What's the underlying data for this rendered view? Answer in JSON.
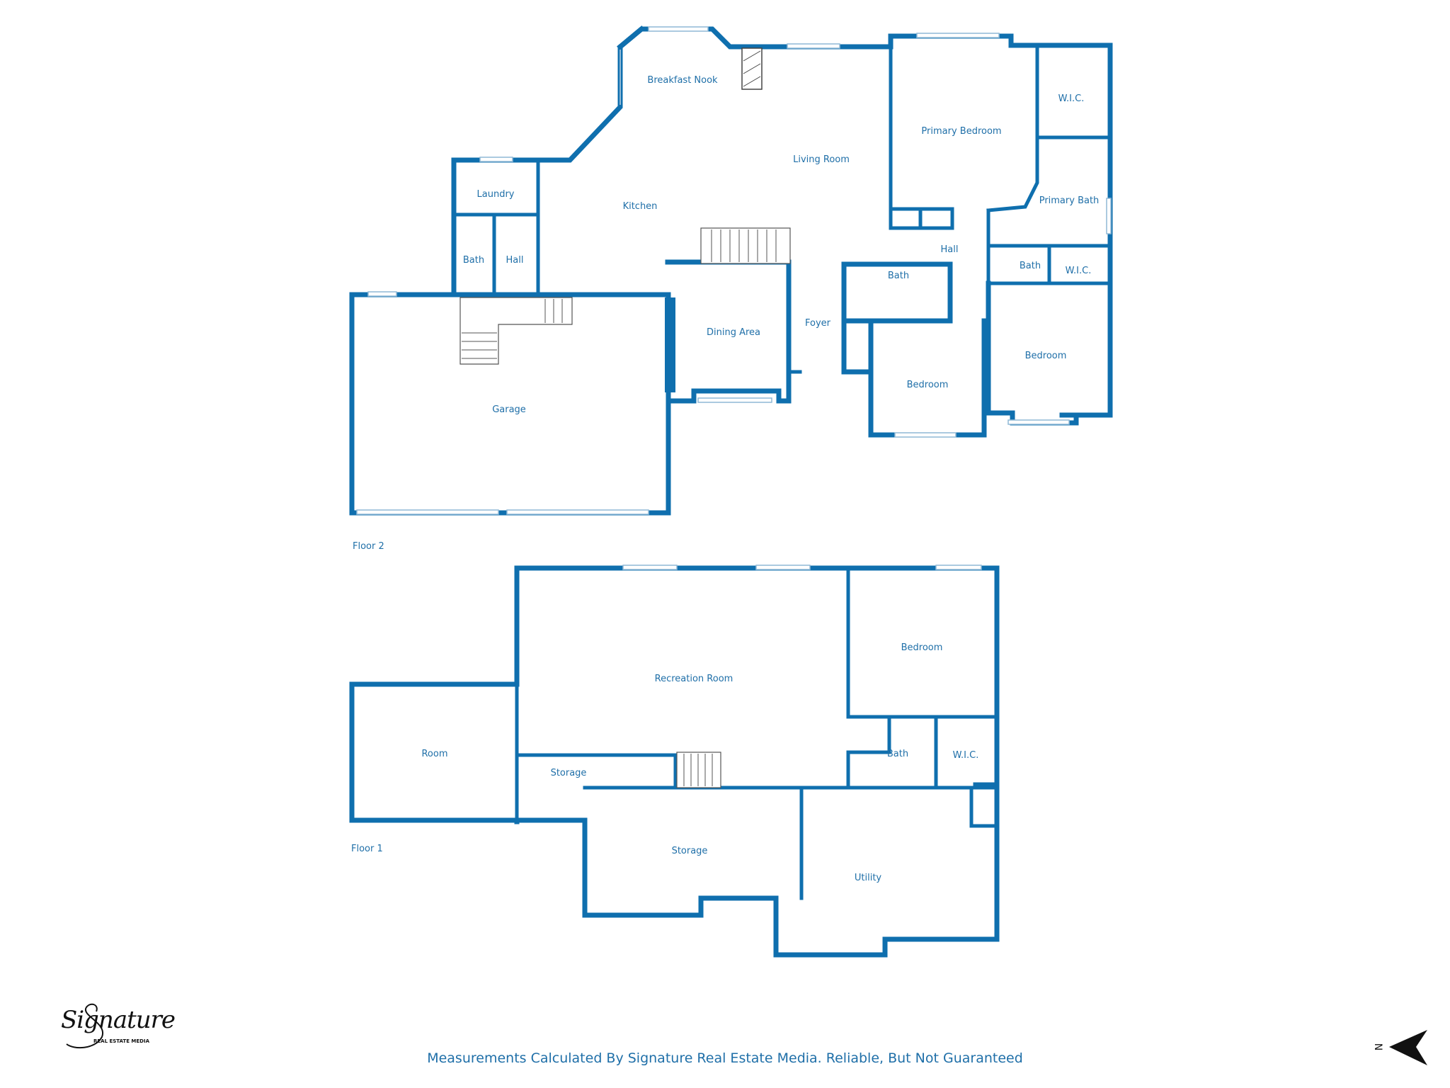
{
  "floors": [
    {
      "label": "Floor 2",
      "rooms": [
        "Breakfast Nook",
        "Living Room",
        "Kitchen",
        "Laundry",
        "Bath",
        "Hall",
        "Garage",
        "Dining Area",
        "Foyer",
        "Primary Bedroom",
        "W.I.C.",
        "Primary Bath",
        "Hall",
        "Bath",
        "Bath",
        "W.I.C.",
        "Bedroom",
        "Bedroom"
      ]
    },
    {
      "label": "Floor 1",
      "rooms": [
        "Recreation Room",
        "Bedroom",
        "Room",
        "Storage",
        "Bath",
        "W.I.C.",
        "Storage",
        "Utility"
      ]
    }
  ],
  "logo": {
    "script": "Signature",
    "subtitle": "REAL ESTATE MEDIA"
  },
  "disclaimer": "Measurements Calculated By Signature Real Estate Media. Reliable, But Not Guaranteed",
  "compass": {
    "label": "N",
    "icon": "north-arrow-icon"
  },
  "colors": {
    "wall": "#0f6fae",
    "label": "#1f6fa8"
  }
}
